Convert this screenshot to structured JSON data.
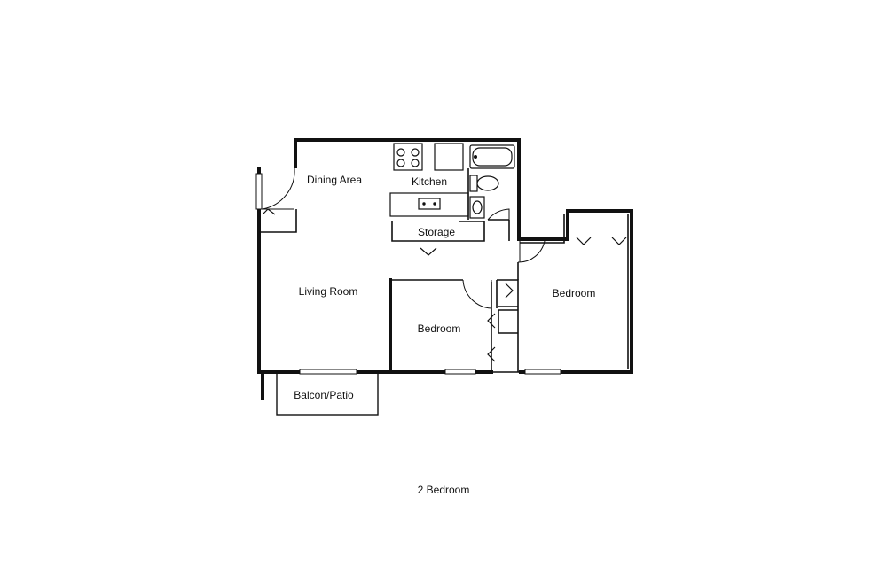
{
  "plan": {
    "caption": "2 Bedroom",
    "rooms": {
      "dining": "Dining Area",
      "kitchen": "Kitchen",
      "storage": "Storage",
      "living": "Living Room",
      "bedroom_small": "Bedroom",
      "bedroom_large": "Bedroom",
      "balcony": "Balcon/Patio"
    }
  },
  "colors": {
    "line": "#111111",
    "background": "#ffffff"
  }
}
